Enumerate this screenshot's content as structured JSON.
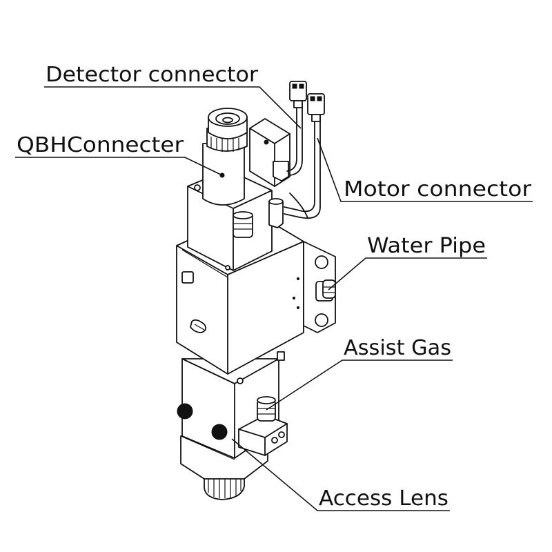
{
  "labels": {
    "detector_connector": "Detector connector",
    "qbh_connector": "QBHConnecter",
    "motor_connector": "Motor connector",
    "water_pipe": "Water Pipe",
    "assist_gas": "Assist Gas",
    "access_lens": "Access Lens"
  },
  "colors": {
    "ink": "#111111",
    "background": "#ffffff"
  }
}
